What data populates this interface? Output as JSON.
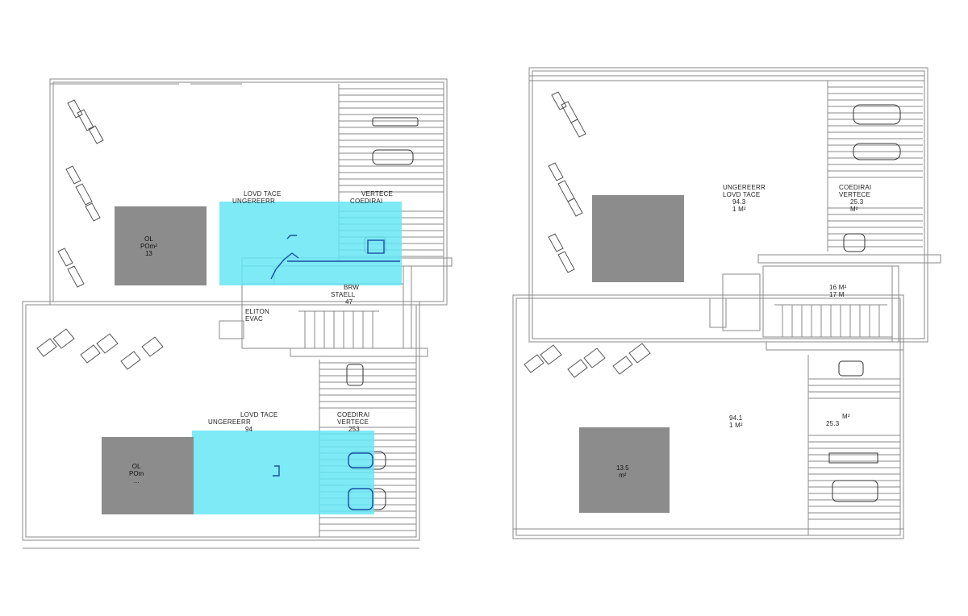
{
  "plan_left": {
    "upper": {
      "pool": {
        "line1": "OL",
        "line2": "POm²",
        "line3": "13"
      },
      "terrace_top": {
        "line1": "LOVD TACE",
        "line2": "UNGEREERR"
      },
      "room_top": {
        "line1": "VERTECE",
        "line2": "COEDIRAI"
      },
      "stair": {
        "line1": "BRW",
        "line2": "STAELL",
        "line3": "47"
      },
      "elevator": {
        "line1": "ELITON",
        "line2": "EVAC"
      }
    },
    "lower": {
      "pool": {
        "line1": "OL",
        "line2": "POm",
        "line3": "..."
      },
      "terrace_top": {
        "line1": "LOVD TACE",
        "line2": "UNGEREERR",
        "line3": "94"
      },
      "room_top": {
        "line1": "COEDIRAI",
        "line2": "VERTECE",
        "line3": "253"
      }
    }
  },
  "plan_right": {
    "upper": {
      "terrace": {
        "line1": "UNGEREERR",
        "line2": "LOVD TACE",
        "line3": "94.3",
        "line4": "1 m²"
      },
      "room": {
        "line1": "COEDIRAI",
        "line2": "VERTECE",
        "line3": "25.3",
        "line4": "m²"
      },
      "stair": {
        "line1": "16 m²",
        "line2": "17 m"
      }
    },
    "lower": {
      "pool": {
        "line1": "13.5",
        "line2": "m²"
      },
      "terrace": {
        "line1": "94.1",
        "line2": "1 m²"
      },
      "room": {
        "line1": "m²",
        "line2": "25.3"
      }
    }
  },
  "colors": {
    "line": "#8a8a8a",
    "wall": "#6a6a6a",
    "pool": "#8c8c8c",
    "highlight": "#66e6f5",
    "accent": "#1a4ea6"
  }
}
